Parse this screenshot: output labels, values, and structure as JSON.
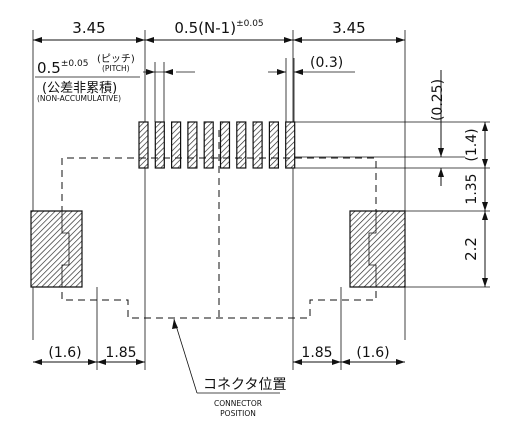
{
  "dimensions": {
    "left_width": "3.45",
    "right_width": "3.45",
    "span_main": "0.5(N-1)",
    "span_tol": "±0.05",
    "pitch_value": "0.5",
    "pitch_tol": "±0.05",
    "pitch_jp": "(ピッチ)",
    "pitch_en": "(PITCH)",
    "non_accum_jp": "(公差非累積)",
    "non_accum_en": "(NON-ACCUMULATIVE)",
    "pin_width": "(0.3)",
    "gap_small": "(0.25)",
    "pad_length": "(1.4)",
    "gap_body": "1.35",
    "anchor_height": "2.2",
    "bottom_left_outer": "(1.6)",
    "bottom_left_inner": "1.85",
    "bottom_right_inner": "1.85",
    "bottom_right_outer": "(1.6)"
  },
  "callout": {
    "jp": "コネクタ位置",
    "en_line1": "CONNECTOR",
    "en_line2": "POSITION"
  },
  "pin_count": 10
}
